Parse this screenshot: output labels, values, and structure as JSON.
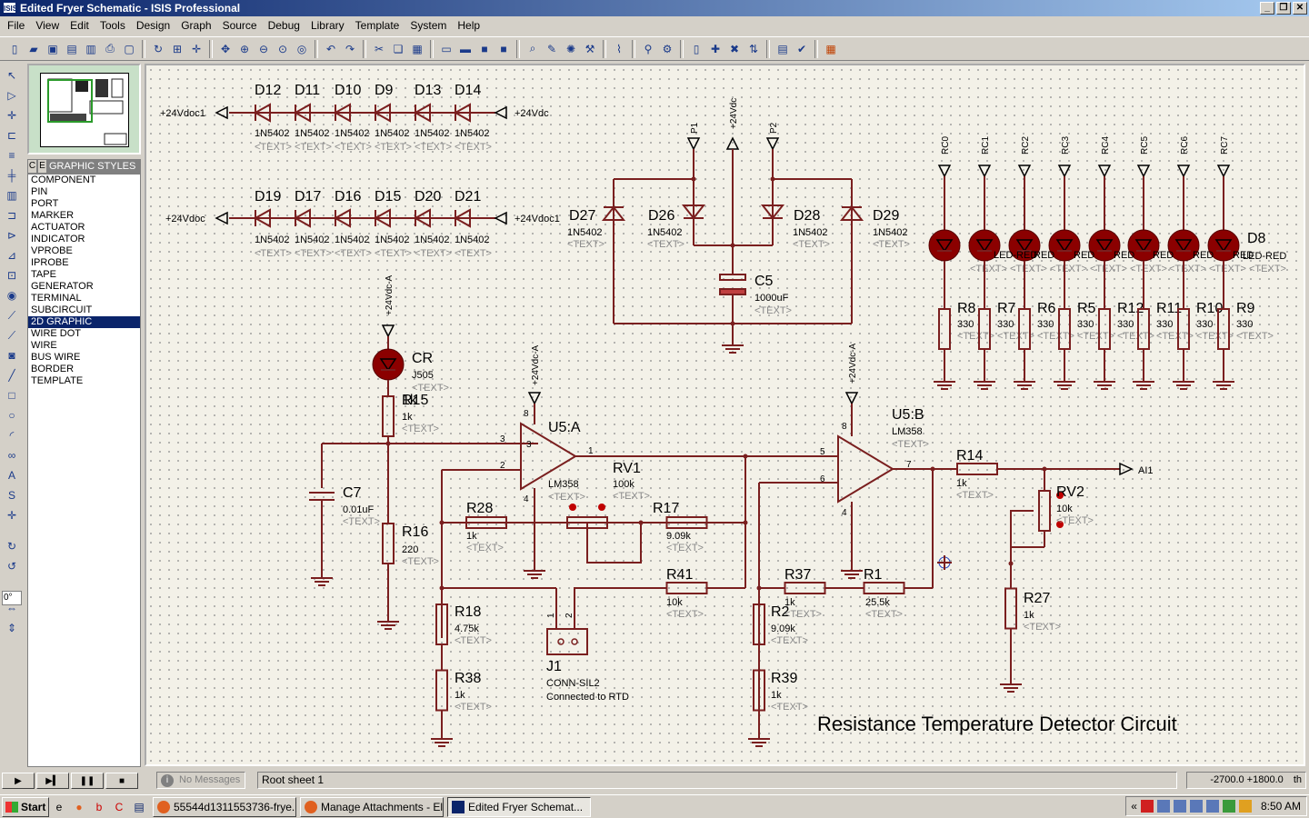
{
  "window": {
    "title": "Edited Fryer Schematic - ISIS Professional",
    "icon": "ISIS"
  },
  "menu": [
    "File",
    "View",
    "Edit",
    "Tools",
    "Design",
    "Graph",
    "Source",
    "Debug",
    "Library",
    "Template",
    "System",
    "Help"
  ],
  "styles_panel": {
    "tab_c": "C",
    "tab_e": "E",
    "header": "GRAPHIC STYLES",
    "items": [
      "COMPONENT",
      "PIN",
      "PORT",
      "MARKER",
      "ACTUATOR",
      "INDICATOR",
      "VPROBE",
      "IPROBE",
      "TAPE",
      "GENERATOR",
      "TERMINAL",
      "SUBCIRCUIT",
      "2D GRAPHIC",
      "WIRE DOT",
      "WIRE",
      "BUS WIRE",
      "BORDER",
      "TEMPLATE"
    ],
    "selected": "2D GRAPHIC"
  },
  "rotation": "0°",
  "status": {
    "messages": "No Messages",
    "sheet": "Root sheet 1",
    "coords": "-2700.0   +1800.0",
    "units": "th"
  },
  "taskbar": {
    "start": "Start",
    "tasks": [
      "55544d1311553736-frye...",
      "Manage Attachments - El...",
      "Edited Fryer Schemat..."
    ],
    "time": "8:50 AM"
  },
  "schematic": {
    "title": "Resistance Temperature Detector Circuit",
    "text_placeholder": "<TEXT>",
    "diode_row1": {
      "labels": [
        "D12",
        "D11",
        "D10",
        "D9",
        "D13",
        "D14"
      ],
      "value": "1N5402",
      "left_terminal": "+24Vdoc1",
      "right_terminal": "+24Vdc"
    },
    "diode_row2": {
      "labels": [
        "D19",
        "D17",
        "D16",
        "D15",
        "D20",
        "D21"
      ],
      "value": "1N5402",
      "left_terminal": "+24Vdoc",
      "right_terminal": "+24Vdoc1"
    },
    "bridge": {
      "diodes": [
        "D27",
        "D26",
        "D28",
        "D29"
      ],
      "value": "1N5402",
      "terminals": [
        "P1",
        "+24Vdc",
        "P2"
      ],
      "cap": {
        "name": "C5",
        "value": "1000uF"
      }
    },
    "led_inputs": [
      "RC0",
      "RC1",
      "RC2",
      "RC3",
      "RC4",
      "RC5",
      "RC6",
      "RC7"
    ],
    "led_labels": [
      "D8",
      "LED-RED",
      "RED",
      "RED",
      "RED",
      "RED",
      "RED",
      "RED",
      "RED"
    ],
    "led_resistors": [
      "R8",
      "R7",
      "R6",
      "R5",
      "R12",
      "R11",
      "R10",
      "R9"
    ],
    "led_res_value": "330",
    "cr": {
      "name": "CR",
      "value": "J505",
      "supply": "+24Vdc-A"
    },
    "components": {
      "R15": "1k",
      "R16": "220",
      "C7": "0.01uF",
      "R28": "1k",
      "RV1": "100k",
      "R17": "9.09k",
      "R41": "10k",
      "R18": "4.75k",
      "R38": "1k",
      "R37": "1k",
      "R1": "25.5k",
      "R2": "9.09k",
      "R39": "1k",
      "R14": "1k",
      "RV2": "10k",
      "R27": "1k"
    },
    "u5a": {
      "name": "U5:A",
      "part": "LM358",
      "supply": "+24Vdc-A"
    },
    "u5b": {
      "name": "U5:B",
      "part": "LM358",
      "supply": "+24Vdc-A"
    },
    "j1": {
      "name": "J1",
      "part": "CONN-SIL2",
      "note": "Connected to RTD"
    },
    "output_terminal": "AI1",
    "pins": {
      "p1": "1",
      "p2": "2",
      "p3": "3",
      "p4": "4",
      "p5": "5",
      "p6": "6",
      "p7": "7",
      "p8": "8"
    }
  }
}
